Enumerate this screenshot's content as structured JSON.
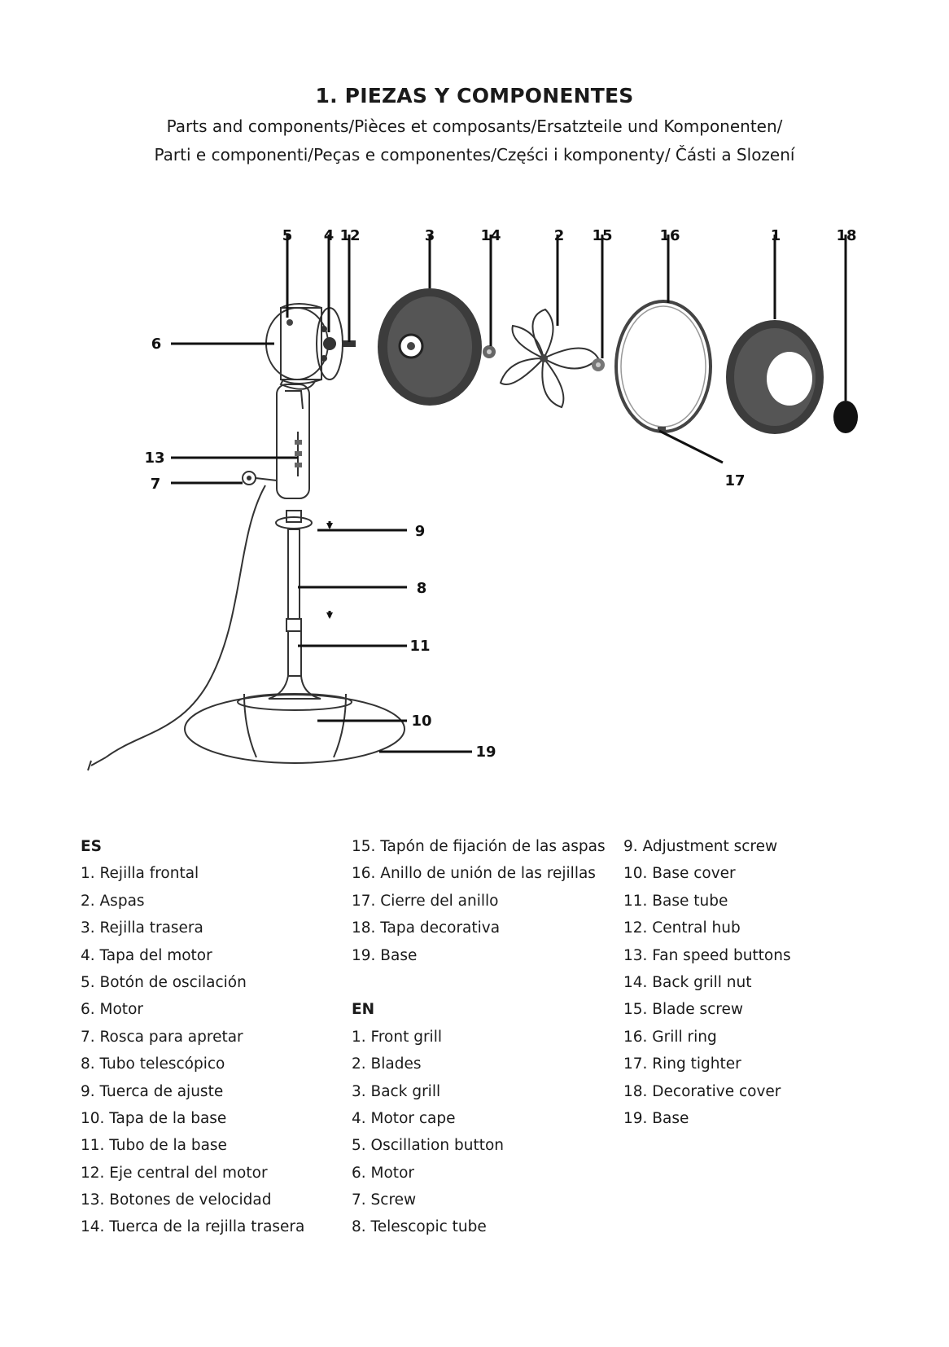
{
  "header": {
    "title": "1. PIEZAS Y COMPONENTES",
    "subtitle_line1": "Parts and components/Pièces et composants/Ersatzteile und Komponenten/",
    "subtitle_line2": "Parti e componenti/Peças e componentes/Części i komponenty/ Části a Slození"
  },
  "callouts": [
    "5",
    "4",
    "12",
    "3",
    "14",
    "2",
    "15",
    "16",
    "1",
    "18",
    "6",
    "13",
    "7",
    "17",
    "9",
    "8",
    "11",
    "10",
    "19"
  ],
  "parts_list": {
    "col1": [
      "ES",
      "1. Rejilla frontal",
      "2. Aspas",
      "3. Rejilla trasera",
      "4. Tapa del motor",
      "5. Botón de oscilación",
      "6. Motor",
      "7. Rosca para apretar",
      "8. Tubo telescópico",
      "9. Tuerca de ajuste",
      "10. Tapa de la base",
      "11. Tubo de la base",
      "12. Eje central del motor",
      "13. Botones de velocidad",
      "14. Tuerca de la rejilla trasera"
    ],
    "col2": [
      "15. Tapón de fijación de las aspas",
      "16. Anillo de unión de las rejillas",
      "17. Cierre del anillo",
      "18. Tapa decorativa",
      "19. Base",
      "",
      "EN",
      "1. Front grill",
      "2. Blades",
      "3. Back grill",
      "4. Motor cape",
      "5. Oscillation button",
      "6. Motor",
      "7. Screw",
      "8. Telescopic tube"
    ],
    "col3": [
      "9. Adjustment screw",
      "10. Base cover",
      "11. Base tube",
      "12. Central hub",
      "13. Fan speed buttons",
      "14. Back grill nut",
      "15. Blade screw",
      "16. Grill ring",
      "17. Ring tighter",
      "18. Decorative cover",
      "19. Base"
    ]
  }
}
